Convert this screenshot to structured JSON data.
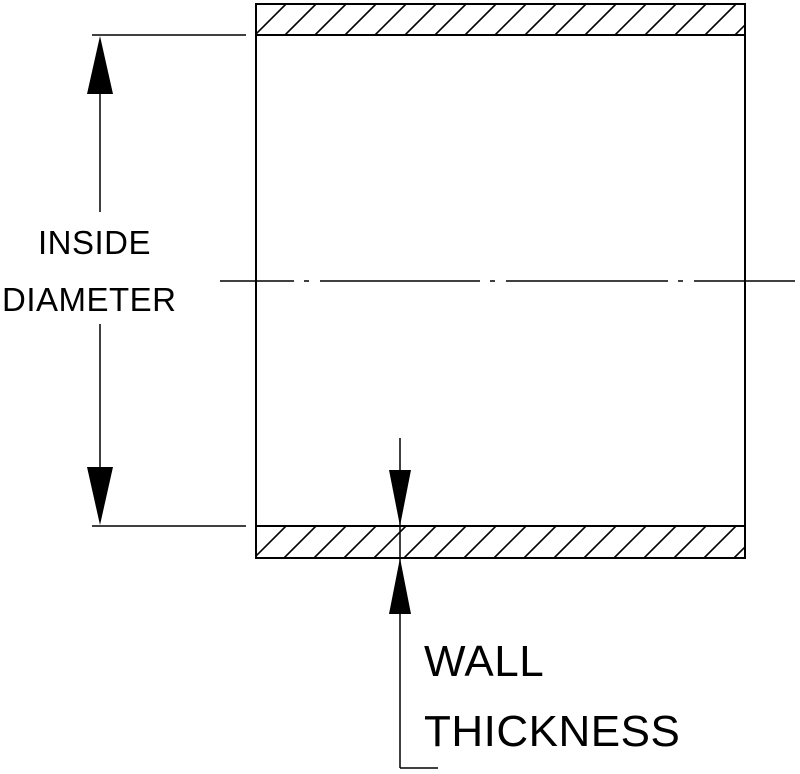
{
  "labels": {
    "inside_diameter_line1": "INSIDE",
    "inside_diameter_line2": "DIAMETER",
    "wall_thickness_line1": "WALL",
    "wall_thickness_line2": "THICKNESS"
  },
  "colors": {
    "line": "#000000",
    "background": "#ffffff"
  }
}
